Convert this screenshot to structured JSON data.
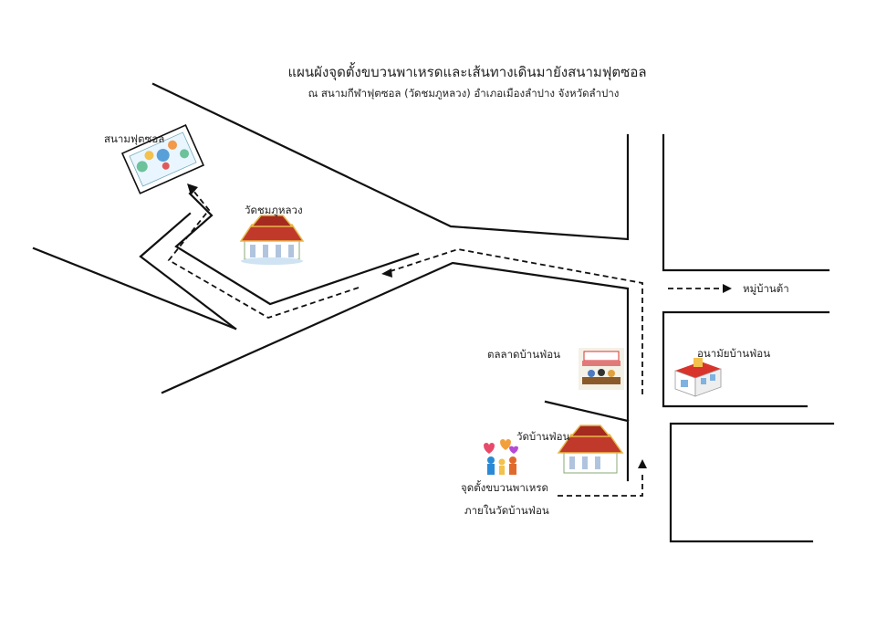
{
  "title": "แผนผังจุดตั้งขบวนพาเหรดและเส้นทางเดินมายังสนามฟุตซอล",
  "subtitle": "ณ สนามกีฬาฟุตซอล (วัดชมภูหลวง) อำเภอเมืองลำปาง จังหวัดลำปาง",
  "places": {
    "futsal_field": "สนามฟุตซอล",
    "wat_chomphu_luang": "วัดชมภูหลวง",
    "market": "ตลลาดบ้านฟ่อน",
    "health_center": "อนามัยบ้านฟ่อน",
    "wat_ban_fon": "วัดบ้านฟ่อน",
    "village_ta": "หมู่บ้านต้า"
  },
  "assembly_point": {
    "line1": "จุดตั้งขบวนพาเหรด",
    "line2": "ภายในวัดบ้านฟ่อน"
  },
  "icons": {
    "temple": "temple-icon",
    "stadium": "stadium-icon",
    "market": "market-stall-icon",
    "clinic": "clinic-icon",
    "parade": "parade-people-icon"
  },
  "colors": {
    "road": "#111111",
    "temple_roof": "#c0392b",
    "temple_gold": "#e8b84a",
    "clinic_red": "#d9342b"
  }
}
